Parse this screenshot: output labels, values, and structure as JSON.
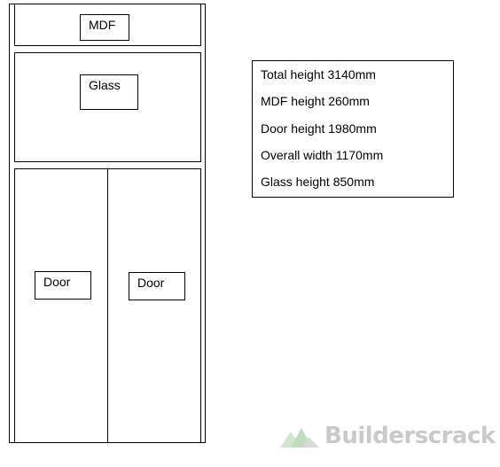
{
  "diagram": {
    "panels": {
      "mdf_label": "MDF",
      "glass_label": "Glass",
      "door_left_label": "Door",
      "door_right_label": "Door"
    },
    "specs": [
      "Total height 3140mm",
      "MDF height 260mm",
      "Door height 1980mm",
      "Overall width 1170mm",
      "Glass height 850mm"
    ]
  },
  "watermark": {
    "text": "Builderscrack",
    "logo_icon": "builderscrack-logo-icon"
  }
}
